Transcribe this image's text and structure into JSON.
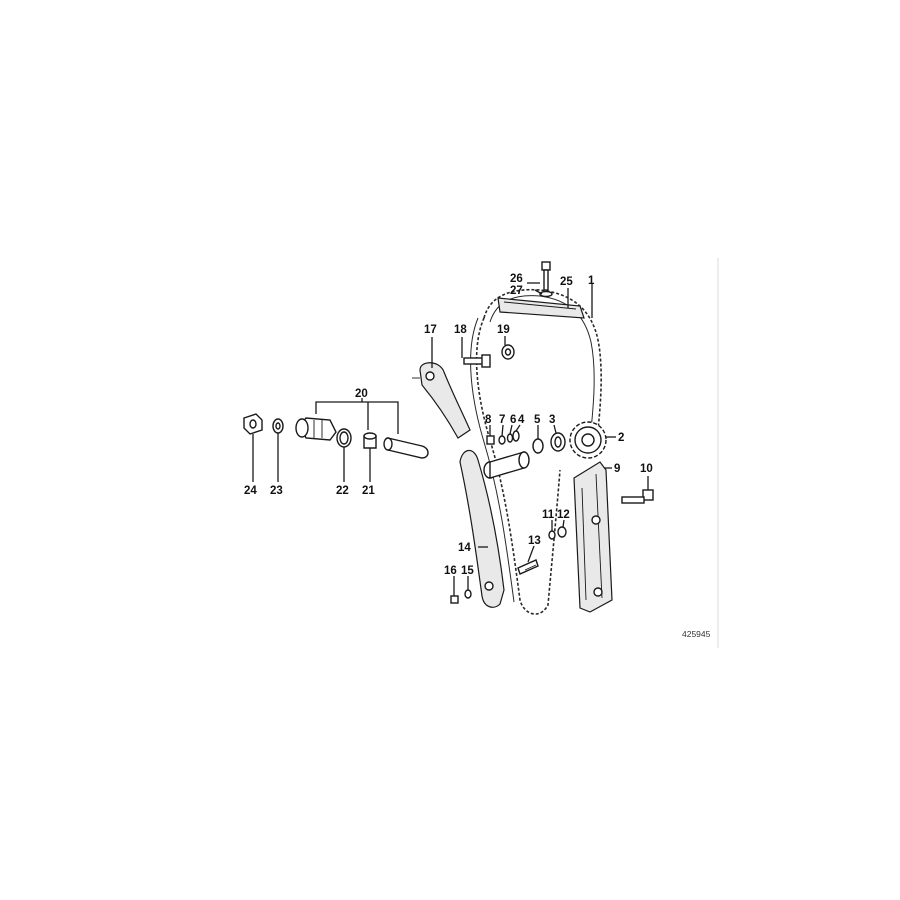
{
  "diagram": {
    "reference_number": "425945",
    "callouts": [
      "1",
      "2",
      "3",
      "4",
      "5",
      "6",
      "7",
      "8",
      "9",
      "10",
      "11",
      "12",
      "13",
      "14",
      "15",
      "16",
      "17",
      "18",
      "19",
      "20",
      "21",
      "22",
      "23",
      "24",
      "25",
      "26",
      "27"
    ]
  }
}
